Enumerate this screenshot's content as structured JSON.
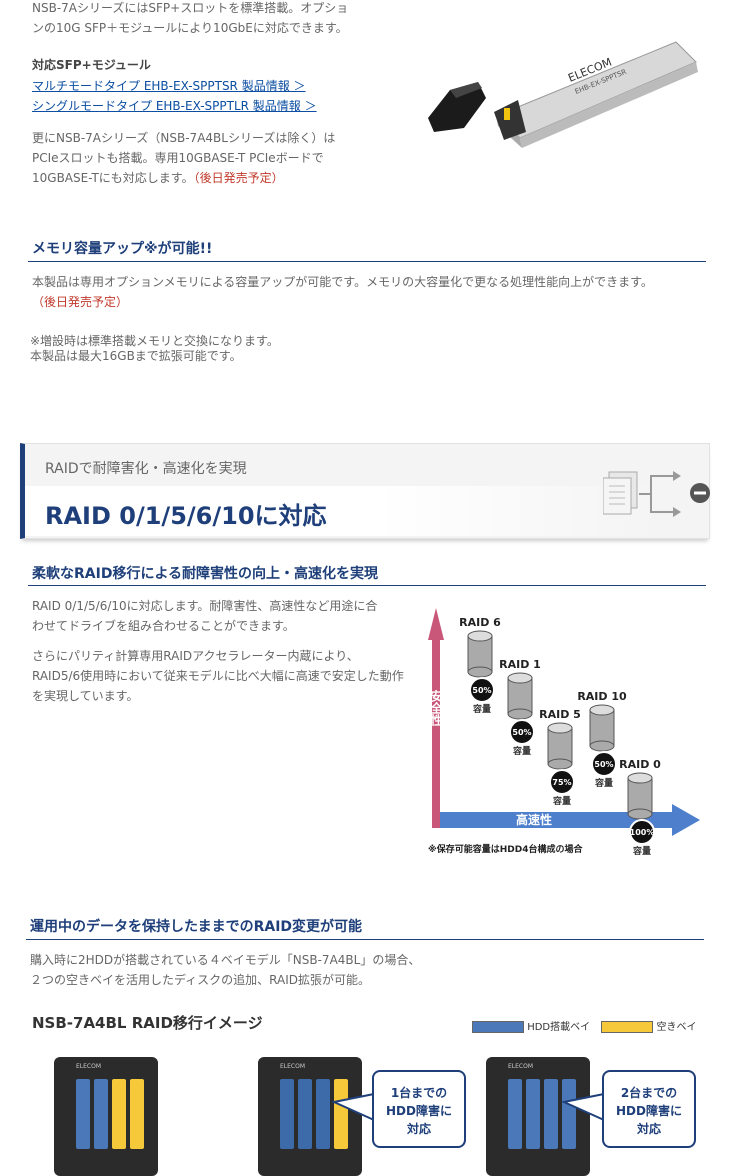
{
  "sfp": {
    "intro_line1": "NSB-7AシリーズにはSFP+スロットを標準搭載。オプショ",
    "intro_line2": "ンの10G SFP＋モジュールにより10GbEに対応できます。",
    "modules_heading": "対応SFP+モジュール",
    "link_multi": "マルチモードタイプ EHB-EX-SPPTSR 製品情報 ＞",
    "link_single": "シングルモードタイプ EHB-EX-SPPTLR 製品情報 ＞",
    "pcie_line1": "更にNSB-7Aシリーズ（NSB-7A4BLシリーズは除く）は",
    "pcie_line2": "PCIeスロットも搭載。専用10GBASE-T PCIeボードで",
    "pcie_line3": "10GBASE-Tにも対応します。",
    "pcie_note": "（後日発売予定）",
    "module_brand": "ELECOM",
    "module_model": "EHB-EX-SPPTSR"
  },
  "memory": {
    "heading": "メモリ容量アップ※が可能!!",
    "body": "本製品は専用オプションメモリによる容量アップが可能です。メモリの大容量化で更なる処理性能向上ができます。",
    "note": "（後日発売予定）",
    "footnote1": "※増設時は標準搭載メモリと交換になります。",
    "footnote2": "本製品は最大16GBまで拡張可能です。"
  },
  "raid_banner": {
    "subtitle": "RAIDで耐障害化・高速化を実現",
    "title": "RAID 0/1/5/6/10に対応"
  },
  "raid_flex": {
    "heading": "柔軟なRAID移行による耐障害性の向上・高速化を実現",
    "p1_line1": "RAID 0/1/5/6/10に対応します。耐障害性、高速性など用途に合",
    "p1_line2": "わせてドライブを組み合わせることができます。",
    "p2_line1": "さらにパリティ計算専用RAIDアクセラレーター内蔵により、",
    "p2_line2": "RAID5/6使用時において従来モデルに比べ大幅に高速で安定した動作",
    "p2_line3": "を実現しています。"
  },
  "raid_chart": {
    "y_axis_label": "安全性",
    "x_axis_label": "高速性",
    "capacity_label": "容量",
    "footnote": "※保存可能容量はHDD4台構成の場合",
    "colors": {
      "safety": "#c9577a",
      "speed": "#4d7fcc",
      "badge": "#111111"
    },
    "levels": [
      {
        "name": "RAID 6",
        "capacity": "50%"
      },
      {
        "name": "RAID 1",
        "capacity": "50%"
      },
      {
        "name": "RAID 5",
        "capacity": "75%"
      },
      {
        "name": "RAID 10",
        "capacity": "50%"
      },
      {
        "name": "RAID 0",
        "capacity": "100%"
      }
    ]
  },
  "migration": {
    "heading": "運用中のデータを保持したままでのRAID変更が可能",
    "body_line1": "購入時に2HDDが搭載されている４ベイモデル「NSB-7A4BL」の場合、",
    "body_line2": "２つの空きベイを活用したディスクの追加、RAID拡張が可能。",
    "image_title": "NSB-7A4BL RAID移行イメージ",
    "legend_hdd": "HDD搭載ベイ",
    "legend_empty": "空きベイ",
    "device_brand": "ELECOM",
    "bubble1_line1": "1台までの",
    "bubble1_line2": "HDD障害に",
    "bubble1_line3": "対応",
    "bubble2_line1": "2台までの",
    "bubble2_line2": "HDD障害に",
    "bubble2_line3": "対応",
    "colors": {
      "hdd": "#4a78b8",
      "empty": "#f5c93a"
    }
  }
}
